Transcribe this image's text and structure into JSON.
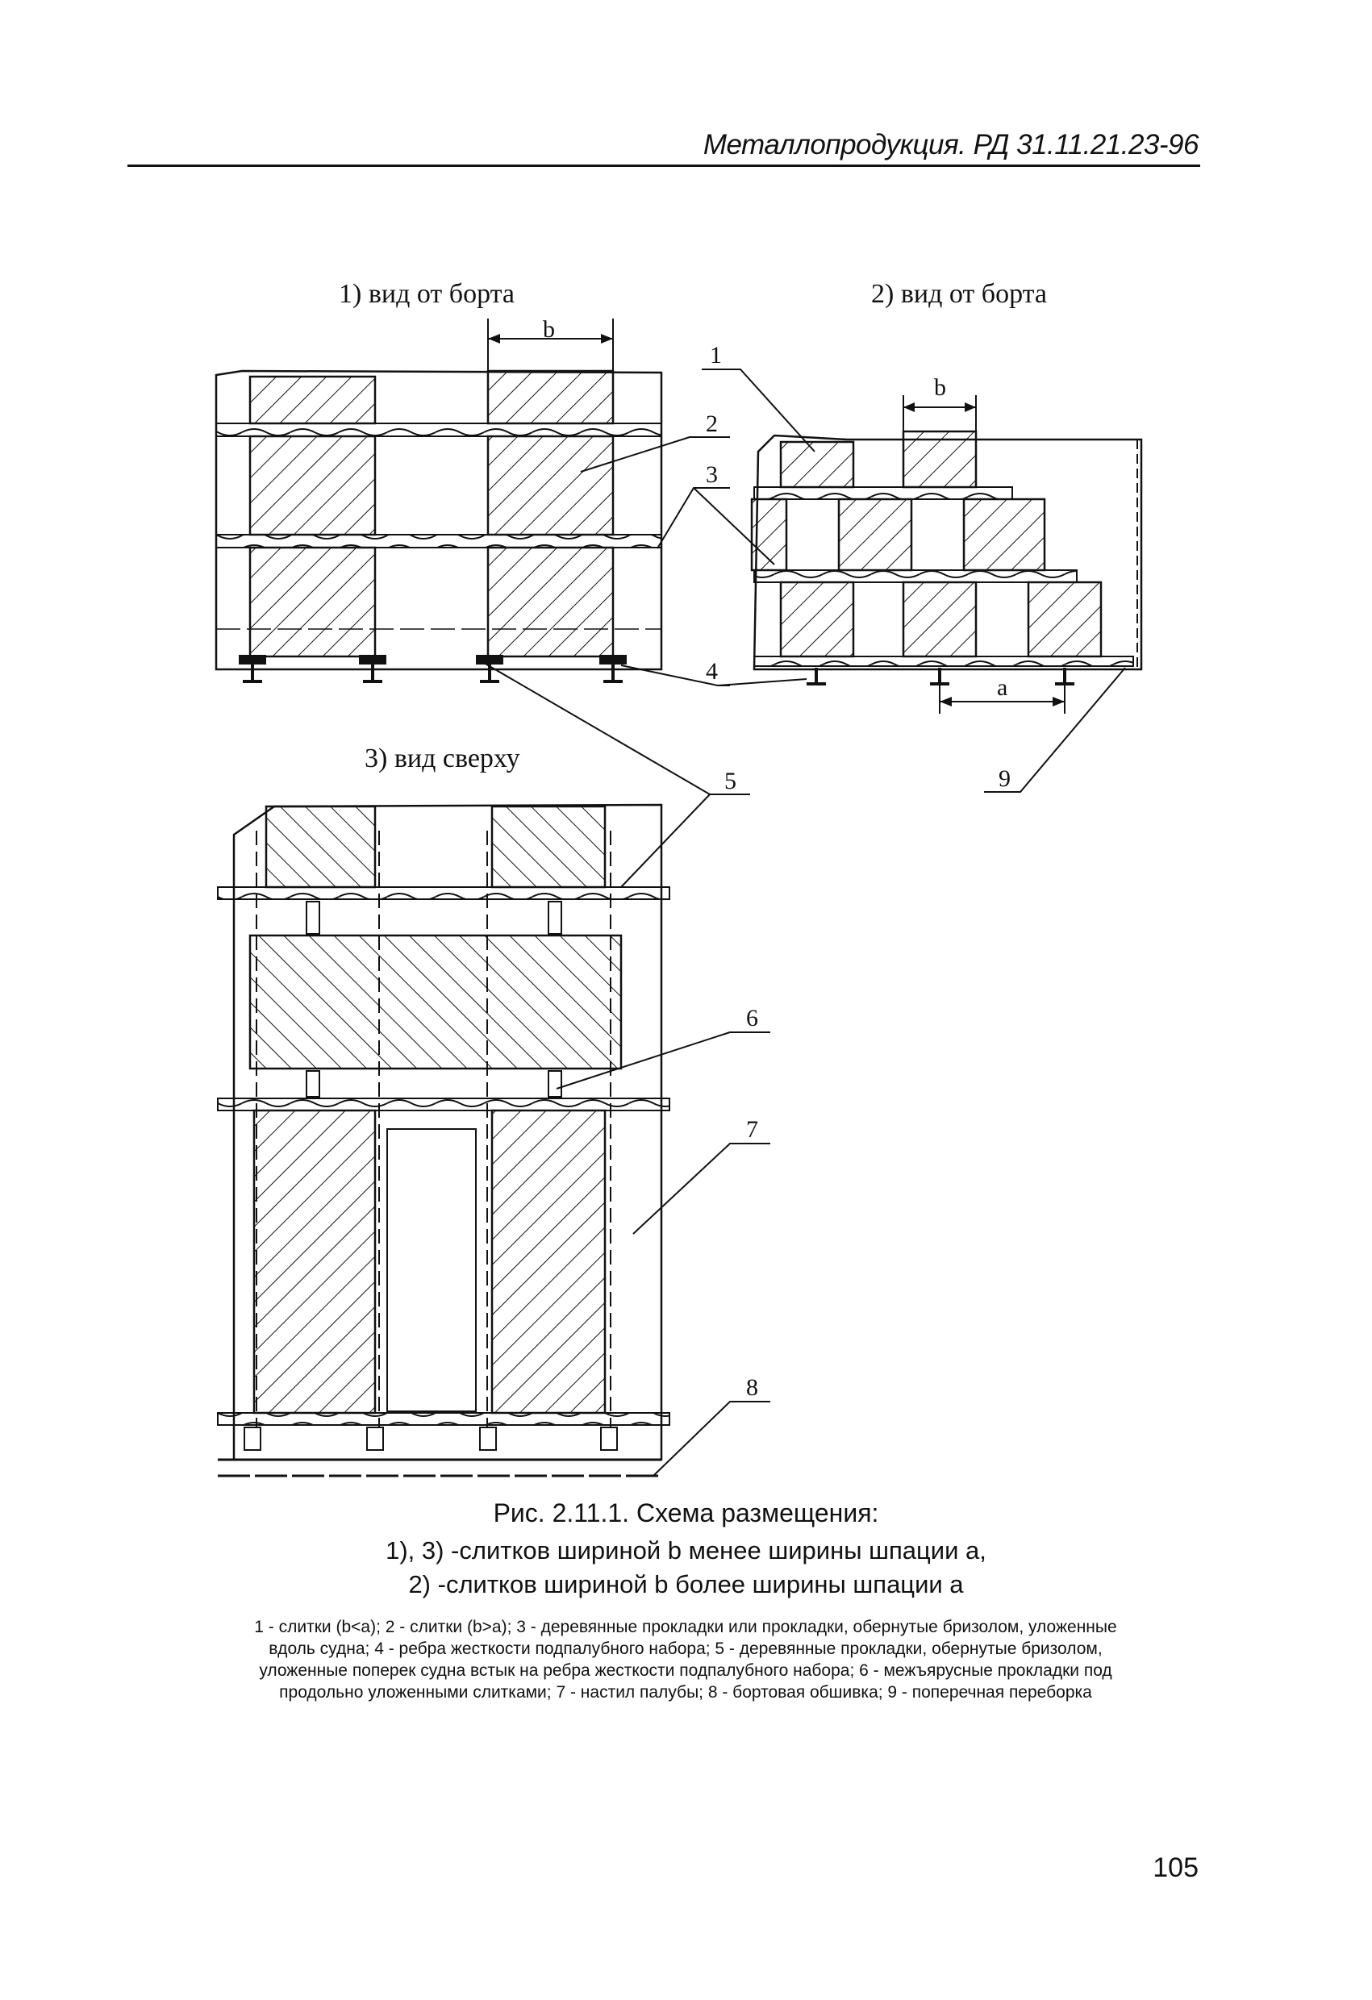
{
  "header": {
    "title": "Металлопродукция. РД 31.11.21.23-96"
  },
  "views": {
    "view1_title": "1) вид от борта",
    "view2_title": "2) вид от борта",
    "view3_title": "3) вид сверху"
  },
  "dimensions": {
    "b": "b",
    "a": "a"
  },
  "callouts": [
    "1",
    "2",
    "3",
    "4",
    "5",
    "6",
    "7",
    "8",
    "9"
  ],
  "caption": {
    "title": "Рис. 2.11.1. Схема размещения:",
    "line1": "1), 3) -слитков шириной b менее ширины шпации a,",
    "line2": "2) -слитков шириной b более ширины шпации a",
    "legend": "1 - слитки (b<a); 2 - слитки (b>a); 3 - деревянные прокладки или прокладки, обернутые бризолом, уложенные вдоль судна; 4 - ребра жесткости подпалубного набора; 5 - деревянные прокладки, обернутые бризолом, уложенные поперек судна встык на ребра жесткости подпалубного набора; 6 - межъярусные прокладки под продольно уложенными слитками; 7 - настил палубы; 8 - бортовая обшивка; 9 - поперечная переборка"
  },
  "page_number": "105"
}
